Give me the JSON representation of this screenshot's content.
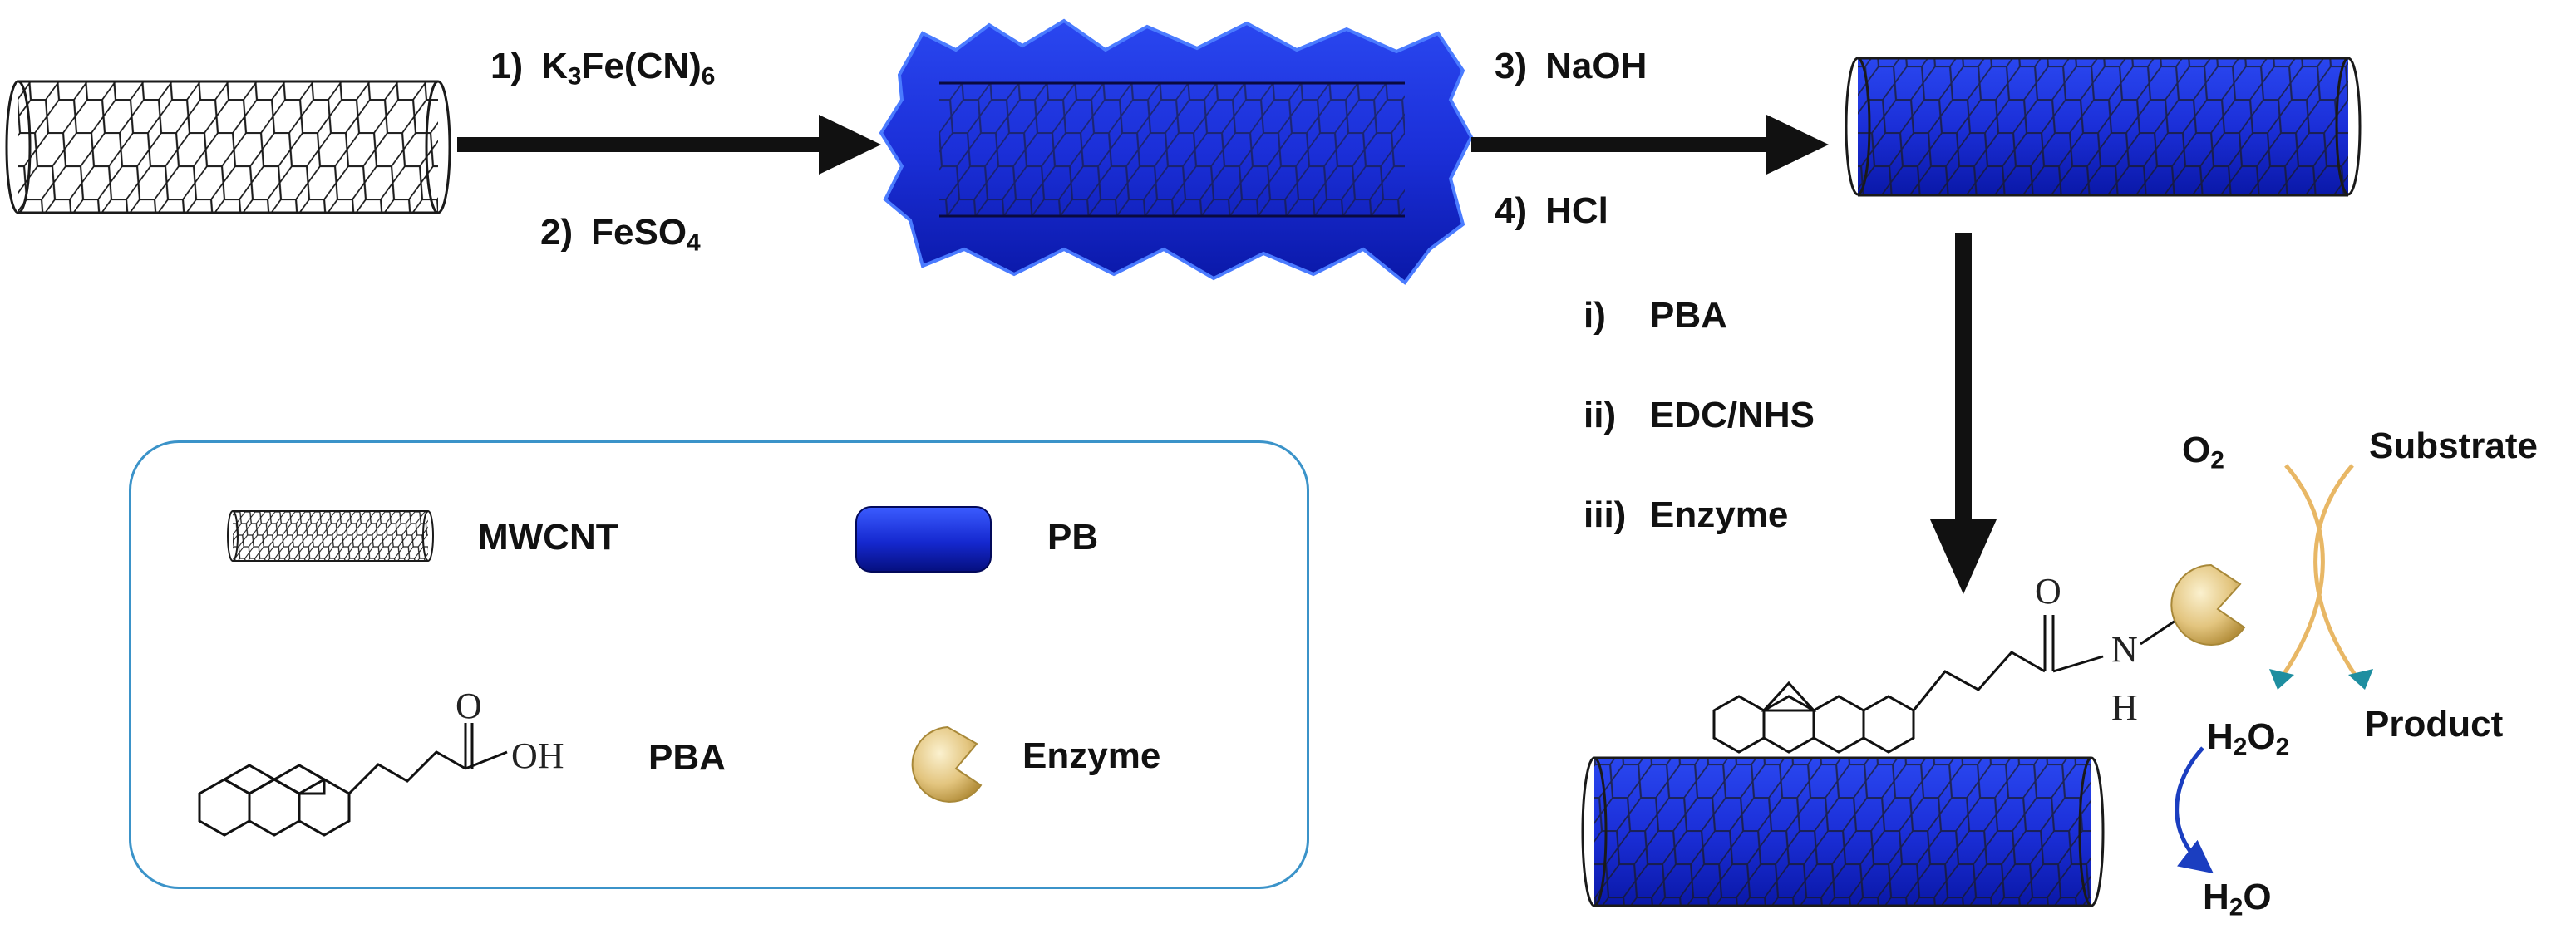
{
  "steps": {
    "s1": {
      "num": "1)",
      "formula_main": "K",
      "sub1": "3",
      "formula_mid": "Fe(CN)",
      "sub2": "6"
    },
    "s2": {
      "num": "2)",
      "formula_main": "FeSO",
      "sub1": "4"
    },
    "s3": {
      "num": "3)",
      "reagent": "NaOH"
    },
    "s4": {
      "num": "4)",
      "reagent": "HCl"
    },
    "si": {
      "num": "i)",
      "reagent": "PBA"
    },
    "sii": {
      "num": "ii)",
      "reagent": "EDC/NHS"
    },
    "siii": {
      "num": "iii)",
      "reagent": "Enzyme"
    }
  },
  "legend": {
    "mwcnt": "MWCNT",
    "pb": "PB",
    "pba": "PBA",
    "enzyme": "Enzyme",
    "atom_o": "O",
    "atom_oh": "OH"
  },
  "reaction": {
    "o2_main": "O",
    "o2_sub": "2",
    "substrate": "Substrate",
    "product": "Product",
    "h2o2_a": "H",
    "h2o2_s1": "2",
    "h2o2_b": "O",
    "h2o2_s2": "2",
    "h2o_a": "H",
    "h2o_s1": "2",
    "h2o_b": "O",
    "amide_o": "O",
    "amide_n": "N",
    "amide_h": "H"
  },
  "colors": {
    "pb_blue": "#1a2fd6",
    "pb_dark": "#06129a",
    "legend_border": "#3b93c9",
    "enzyme_gold": "#d8b868",
    "arrow_orange": "#e8b765",
    "arrow_teal": "#1e8ea0",
    "product_arrow": "#1b3ec0"
  },
  "icons": [
    "nanotube-icon",
    "pb-coated-nanotube-icon",
    "enzyme-icon",
    "pyrene-icon",
    "reaction-arrow-icon"
  ]
}
